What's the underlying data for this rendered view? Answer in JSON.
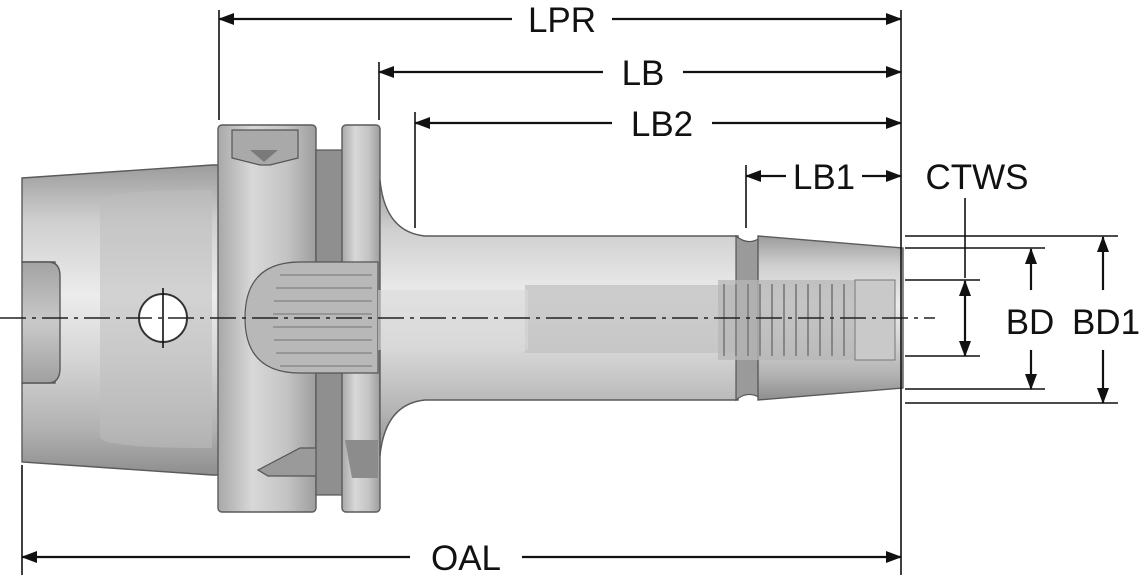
{
  "labels": {
    "lpr": "LPR",
    "lb": "LB",
    "lb2": "LB2",
    "lb1": "LB1",
    "ctws": "CTWS",
    "bd": "BD",
    "bd1": "BD1",
    "oal": "OAL"
  },
  "colors": {
    "metal_light": "#e6e6e6",
    "metal_mid": "#c4c4c4",
    "metal_dark": "#8d8d8d",
    "line": "#111111"
  }
}
